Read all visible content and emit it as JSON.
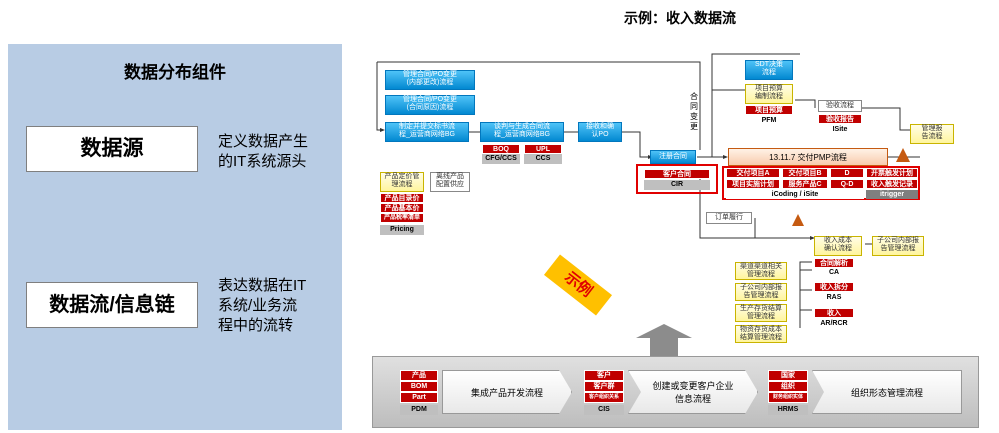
{
  "left_panel": {
    "title": "数据分布组件",
    "data_source": {
      "label": "数据源",
      "desc_line1": "定义数据产生",
      "desc_line2": "的IT系统源头"
    },
    "data_flow": {
      "label": "数据流/信息链",
      "desc_line1": "表达数据在IT",
      "desc_line2": "系统/业务流",
      "desc_line3": "程中的流转"
    }
  },
  "right_title": "示例：收入数据流",
  "stamp": "示例",
  "processes": {
    "mgmt_contract_change_1a": "管理合同/PO变更",
    "mgmt_contract_change_1b": "(内部更改)流程",
    "mgmt_contract_change_2a": "管理合同/PO变更",
    "mgmt_contract_change_2b": "(合同原因)流程",
    "plan_bid_a": "制定并提交标书流",
    "plan_bid_b": "程_运营商网络BG",
    "contract_review_a": "谈判与生成合同流",
    "contract_review_b": "程_运营商网络BG",
    "receive_contract_a": "接收和确",
    "receive_contract_b": "认PO",
    "contract_change_vertical": "合同变更",
    "register_contract": "注册合同",
    "product_config_a": "产品定价管",
    "product_config_b": "理流程",
    "quote_a": "离线产品",
    "quote_b": "配置供应",
    "sdt_a": "SDT决策",
    "sdt_b": "流程",
    "project_budget_a": "项目预算",
    "project_budget_b": "编制流程",
    "acceptance": "验收流程",
    "manage_report_a": "管理报",
    "manage_report_b": "告流程",
    "delivery_main": "13.11.7 交付PMP流程",
    "order_fulfil": "订单履行",
    "revenue_cost_a": "收入成本",
    "revenue_cost_b": "确认流程",
    "subsidiary_a": "子公司内部报",
    "subsidiary_b": "告管理流程",
    "other1_a": "渠道渠道相关",
    "other1_b": "管理流程",
    "other2_a": "子公司内部报",
    "other2_b": "告管理流程",
    "other3_a": "生产存货结算",
    "other3_b": "管理流程",
    "other4_a": "物资存货成本",
    "other4_b": "结算管理流程"
  },
  "tags": {
    "boq": "BOQ",
    "cfg_ccs": "CFG/CCS",
    "upl": "UPL",
    "ccs": "CCS",
    "customer_contract": "客户合同",
    "cir": "CIR",
    "product_catalog": "产品目录价",
    "product_price": "产品基本价",
    "product_tax": "产品税率清单",
    "pricing": "Pricing",
    "project_budget_tag": "项目预算",
    "pfm": "PFM",
    "acceptance_report": "验收报告",
    "isite": "ISite",
    "deliv_a": "交付项目A",
    "deliv_b": "交付项目B",
    "deliv_d": "D",
    "invoice_plan": "开票触发计划",
    "proj_actual": "项目实施计划",
    "service_c": "服务产品C",
    "qd": "Q-D",
    "revenue_trigger": "收入触发记录",
    "icoding": "iCoding / iSite",
    "itrigger": "itrigger",
    "contract_parse": "合同解析",
    "ca": "CA",
    "revenue_split": "收入拆分",
    "ras": "RAS",
    "revenue": "收入",
    "ar_rcr": "AR/RCR"
  },
  "bottom": {
    "pdm_items": [
      "产品",
      "BOM",
      "Part"
    ],
    "pdm_label": "PDM",
    "pdm_process": "集成产品开发流程",
    "cis_items": [
      "客户",
      "客户群",
      "客户组织关系"
    ],
    "cis_label": "CIS",
    "cis_process_line1": "创建或变更客户企业",
    "cis_process_line2": "信息流程",
    "hrms_items": [
      "国家",
      "组织",
      "财务组织实体"
    ],
    "hrms_label": "HRMS",
    "hrms_process": "组织形态管理流程"
  },
  "colors": {
    "panel_bg": "#b8cce4",
    "tag_red": "#c00000",
    "delivery_orange": "#fce4d6",
    "stamp": "#ffc000"
  }
}
